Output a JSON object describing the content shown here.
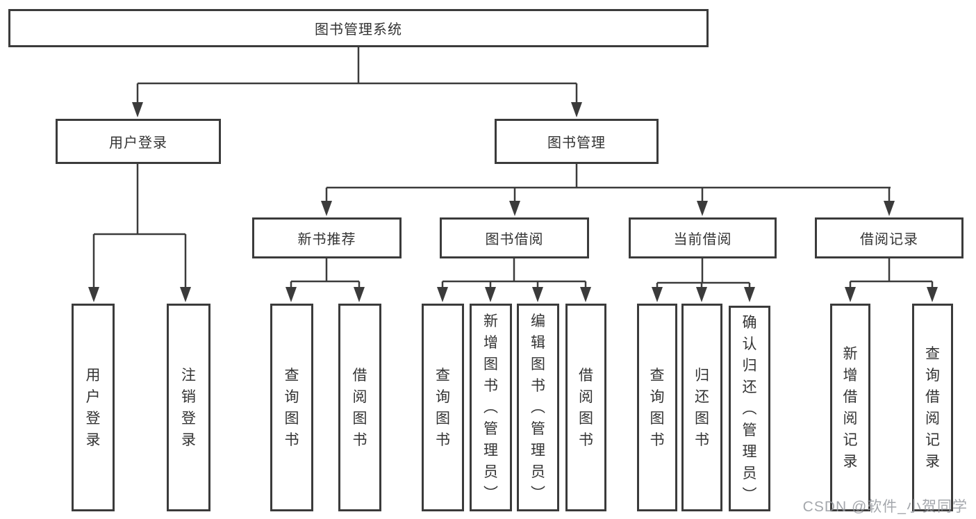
{
  "diagram": {
    "title": "图书管理系统",
    "type": "hierarchy-tree",
    "colors": {
      "line": "#3b3b3b",
      "box_border": "#3b3b3b",
      "box_fill": "#ffffff",
      "text": "#333333",
      "watermark": "#94989e",
      "background": "#ffffff"
    },
    "tree": {
      "label": "图书管理系统",
      "children": [
        {
          "label": "用户登录",
          "children": [
            {
              "label": "用户登录"
            },
            {
              "label": "注销登录"
            }
          ]
        },
        {
          "label": "图书管理",
          "children": [
            {
              "label": "新书推荐",
              "children": [
                {
                  "label": "查询图书"
                },
                {
                  "label": "借阅图书"
                }
              ]
            },
            {
              "label": "图书借阅",
              "children": [
                {
                  "label": "查询图书"
                },
                {
                  "label": "新增图书（管理员）"
                },
                {
                  "label": "编辑图书（管理员）"
                },
                {
                  "label": "借阅图书"
                }
              ]
            },
            {
              "label": "当前借阅",
              "children": [
                {
                  "label": "查询图书"
                },
                {
                  "label": "归还图书"
                },
                {
                  "label": "确认归还（管理员）"
                }
              ]
            },
            {
              "label": "借阅记录",
              "children": [
                {
                  "label": "新增借阅记录"
                },
                {
                  "label": "查询借阅记录"
                }
              ]
            }
          ]
        }
      ]
    },
    "watermark": "CSDN @软件_小贺同学"
  }
}
